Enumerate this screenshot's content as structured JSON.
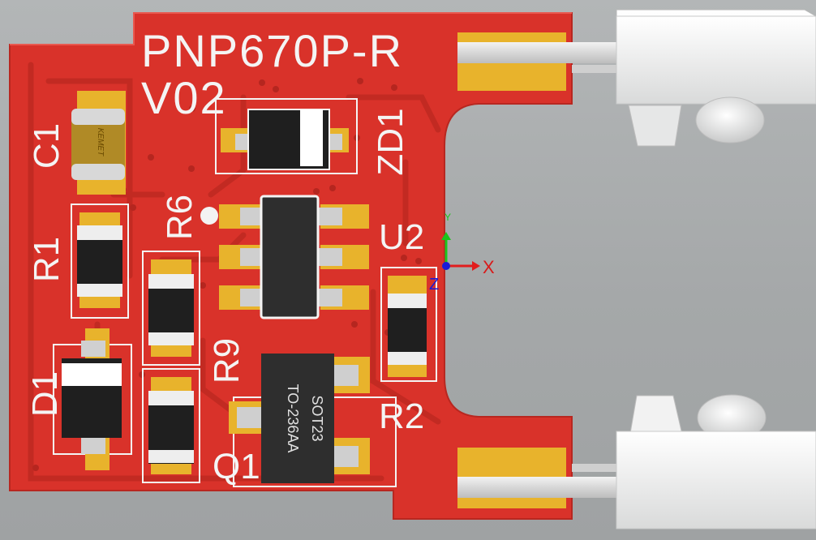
{
  "board": {
    "title": "PNP670P-R",
    "version": "V02",
    "colors": {
      "background": "#a9acad",
      "solder_mask": "#d9322a",
      "pad": "#e8b32c",
      "silkscreen": "#f4f4f4",
      "component_body": "#2e2e2e"
    }
  },
  "labels": {
    "c1": "C1",
    "r1": "R1",
    "r6": "R6",
    "r9": "R9",
    "r2": "R2",
    "d1": "D1",
    "q1": "Q1",
    "u2": "U2",
    "zd1": "ZD1"
  },
  "components": {
    "c1_marking": "KEMET",
    "q1_package": "SOT23",
    "q1_package_alt": "TO-236AA"
  },
  "axes": {
    "x": "X",
    "y": "Y",
    "z": "Z"
  }
}
